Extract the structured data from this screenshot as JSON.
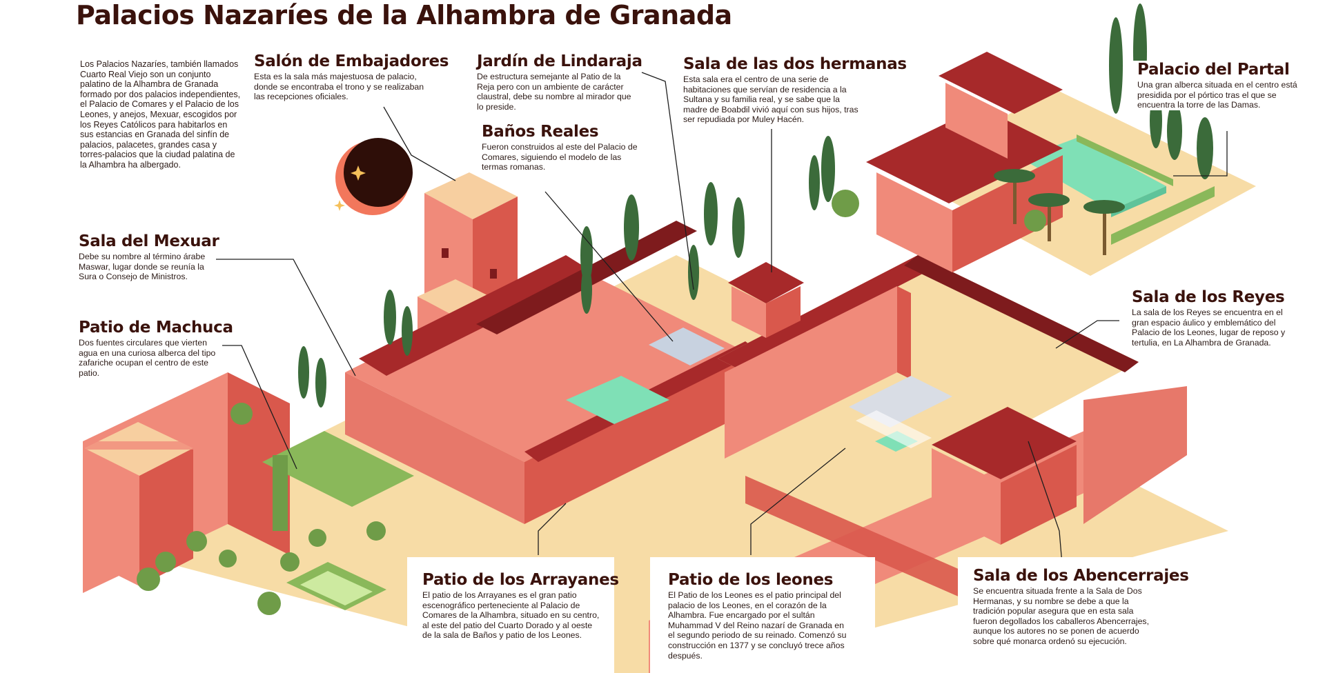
{
  "title": "Palacios Nazaríes de la Alhambra de Granada",
  "intro": "Los Palacios Nazaríes, también llamados Cuarto Real Viejo son un conjunto palatino de la Alhambra de Granada formado por dos palacios independientes, el Palacio de Comares y el Palacio de los Leones, y anejos, Mexuar, escogidos por los Reyes Católicos para habitarlos en sus estancias en Granada del sinfín de palacios, palacetes, grandes casa y torres-palacios que la ciudad palatina de la Alhambra ha albergado.",
  "labels": {
    "embajadores": {
      "title": "Salón de Embajadores",
      "text": "Esta es la sala más majestuosa de palacio, donde se encontraba el trono y se realizaban las recepciones oficiales."
    },
    "lindaraja": {
      "title": "Jardín de Lindaraja",
      "text": "De estructura semejante al Patio de la Reja pero con un ambiente de carácter claustral, debe su nombre al mirador que lo preside."
    },
    "banos": {
      "title": "Baños Reales",
      "text": "Fueron construidos al este del Palacio de Comares, siguiendo el modelo de las termas romanas."
    },
    "hermanas": {
      "title": "Sala de las dos hermanas",
      "text": "Esta sala era el centro de una serie de habitaciones que servían de residencia a la Sultana y su familia real, y se sabe que la madre de Boabdil vivió aquí con sus hijos, tras ser repudiada por Muley Hacén."
    },
    "partal": {
      "title": "Palacio del Partal",
      "text": "Una gran alberca situada en el centro está presidida por el pórtico tras el que se encuentra la torre de las Damas."
    },
    "mexuar": {
      "title": "Sala del Mexuar",
      "text": "Debe su nombre al término árabe Maswar, lugar donde se reunía la Sura o Consejo de Ministros."
    },
    "machuca": {
      "title": "Patio de Machuca",
      "text": "Dos fuentes circulares que vierten agua en una curiosa alberca del tipo zafariche ocupan el centro de este patio."
    },
    "reyes": {
      "title": "Sala de los Reyes",
      "text": "La sala de los Reyes se encuentra en el gran espacio áulico y emblemático del Palacio de los Leones, lugar de reposo y tertulia, en La Alhambra de Granada."
    },
    "arrayanes": {
      "title": "Patio de los Arrayanes",
      "text": "El patio de los Arrayanes es el gran patio escenográfico perteneciente al Palacio de Comares de la Alhambra, situado en su centro, al este del patio del Cuarto Dorado y al oeste de la sala de Baños y patio de los Leones."
    },
    "leones": {
      "title": "Patio de los leones",
      "text": "El Patio de los Leones es el patio principal del palacio de los Leones, en el corazón de la Alhambra. Fue encargado por el sultán Muhammad V del Reino nazarí de Granada en el segundo periodo de su reinado. Comenzó su construcción en 1377 y se concluyó trece años después."
    },
    "abencerrajes": {
      "title": "Sala de los Abencerrajes",
      "text": "Se encuentra situada frente a la Sala de Dos Hermanas, y su nombre se debe a que la tradición popular asegura que en esta sala fueron degollados los caballeros Abencerrajes, aunque los autores no se ponen de acuerdo sobre qué monarca ordenó su ejecución."
    }
  },
  "colors": {
    "title": "#3a120c",
    "wall_light": "#f08a7a",
    "wall_dark": "#d9584c",
    "roof": "#a7292a",
    "roof_dark": "#7e1b1d",
    "ground": "#f7dca6",
    "cypress": "#3b6b3a",
    "water": "#7fe0b6",
    "moon": "#2e0e08",
    "moon_halo": "#f2775c"
  }
}
